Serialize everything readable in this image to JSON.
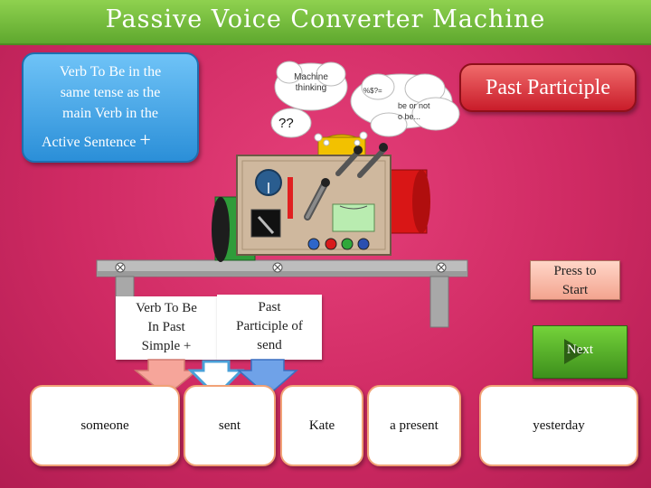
{
  "title": "Passive Voice Converter Machine",
  "rule_box": {
    "line1": "Verb To Be in the",
    "line2": "same tense as the",
    "line3": "main Verb in the",
    "line4": "Active Sentence",
    "plus": "+"
  },
  "past_participle_box": {
    "label": "Past Participle"
  },
  "thought_clouds": {
    "machine_thinking": "Machine thinking",
    "question_marks": "??",
    "symbols": "%$?=",
    "hamlet_line1": "be or not",
    "hamlet_line2": "o be..."
  },
  "start_button": {
    "line1": "Press to",
    "line2": "Start"
  },
  "next_button": {
    "label": "Next"
  },
  "hint_boxes": [
    {
      "line1": "Verb To Be",
      "line2": "In Past",
      "line3": "Simple +"
    },
    {
      "line1": "Past",
      "line2": "Participle of",
      "line3": "send"
    }
  ],
  "answer_boxes": [
    "someone",
    "sent",
    "Kate",
    "a present",
    "yesterday"
  ],
  "colors": {
    "background": "#cf2a63",
    "title_bar": "#6fb83a",
    "rule_box": "#3a9be0",
    "past_participle_box": "#d8323b",
    "next_button": "#4fa824",
    "answer_border": "#f1a276"
  }
}
